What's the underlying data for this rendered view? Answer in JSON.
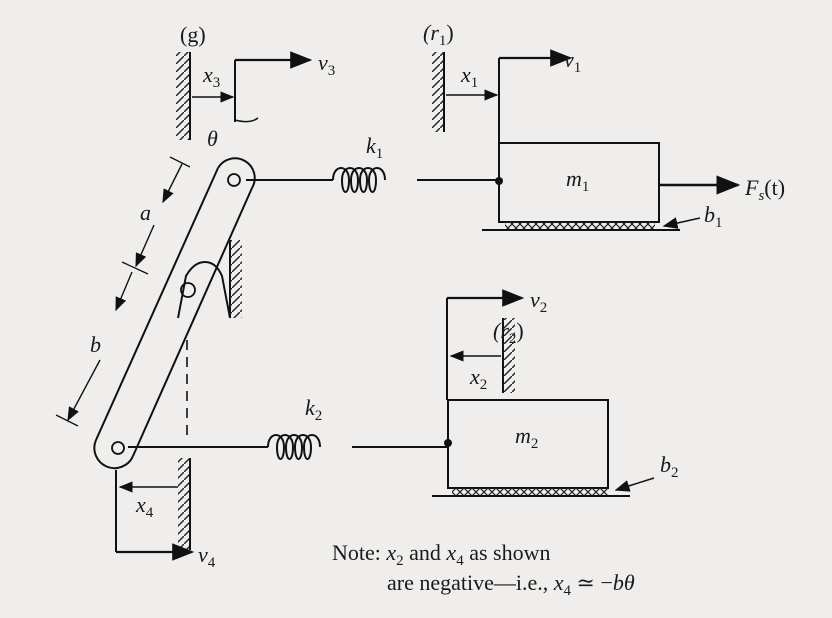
{
  "labels": {
    "ground_g": "(g)",
    "ref_r1": "(r",
    "ref_r1_sub": "1",
    "ref_r2": "(r",
    "ref_r2_sub": "2",
    "x1": "x",
    "x1_sub": "1",
    "x2": "x",
    "x2_sub": "2",
    "x3": "x",
    "x3_sub": "3",
    "x4": "x",
    "x4_sub": "4",
    "v1": "v",
    "v1_sub": "1",
    "v2": "v",
    "v2_sub": "2",
    "v3": "v",
    "v3_sub": "3",
    "v4": "v",
    "v4_sub": "4",
    "theta": "θ",
    "k1": "k",
    "k1_sub": "1",
    "k2": "k",
    "k2_sub": "2",
    "m1": "m",
    "m1_sub": "1",
    "m2": "m",
    "m2_sub": "2",
    "b1": "b",
    "b1_sub": "1",
    "b2": "b",
    "b2_sub": "2",
    "force": "F",
    "force_sub": "s",
    "force_arg": "(t)",
    "dim_a": "a",
    "dim_b": "b"
  },
  "note": {
    "line1_prefix": "Note: ",
    "line1_x2": "x",
    "line1_x2_sub": "2",
    "line1_mid": " and ",
    "line1_x4": "x",
    "line1_x4_sub": "4",
    "line1_suffix": " as shown",
    "line2_prefix": "are negative—i.e., ",
    "line2_x4": "x",
    "line2_x4_sub": "4",
    "line2_eq": " ≃ −",
    "line2_b": "bθ"
  }
}
